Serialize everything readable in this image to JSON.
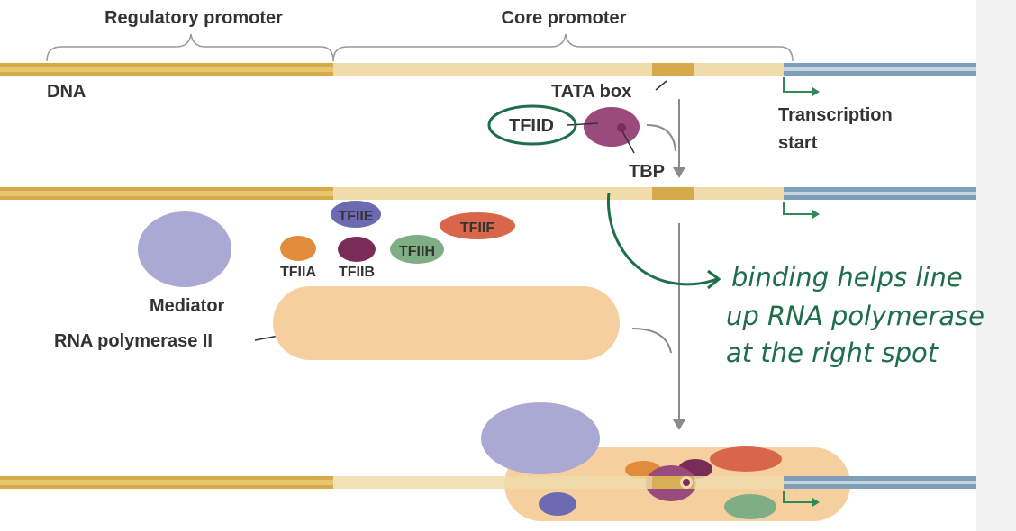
{
  "labels": {
    "regulatory_promoter": "Regulatory promoter",
    "core_promoter": "Core promoter",
    "dna": "DNA",
    "tata_box": "TATA box",
    "tfiid": "TFIID",
    "tbp": "TBP",
    "transcription_start_line1": "Transcription",
    "transcription_start_line2": "start",
    "tfiie": "TFIIE",
    "tfiif": "TFIIF",
    "tfiih": "TFIIH",
    "tfiia": "TFIIA",
    "tfiib": "TFIIB",
    "mediator": "Mediator",
    "rna_polymerase": "RNA polymerase II"
  },
  "annotation": {
    "line1": "binding helps line",
    "line2": "up RNA polymerase",
    "line3": "at the right spot"
  },
  "colors": {
    "dna_gold": "#d6a94a",
    "dna_light": "#f0dcaa",
    "dna_blue": "#7f9fb8",
    "mediator": "#a9a9d4",
    "tfiid": "#9b4a7c",
    "tfiie": "#6c6ab0",
    "tfiif": "#d9664a",
    "tfiih": "#7fae84",
    "tfiia": "#e08c3a",
    "tfiib": "#7b2b57",
    "polymerase": "#f6cf9f",
    "annotation_green": "#1e6e4a",
    "arrow_gray": "#8a8a8a"
  }
}
